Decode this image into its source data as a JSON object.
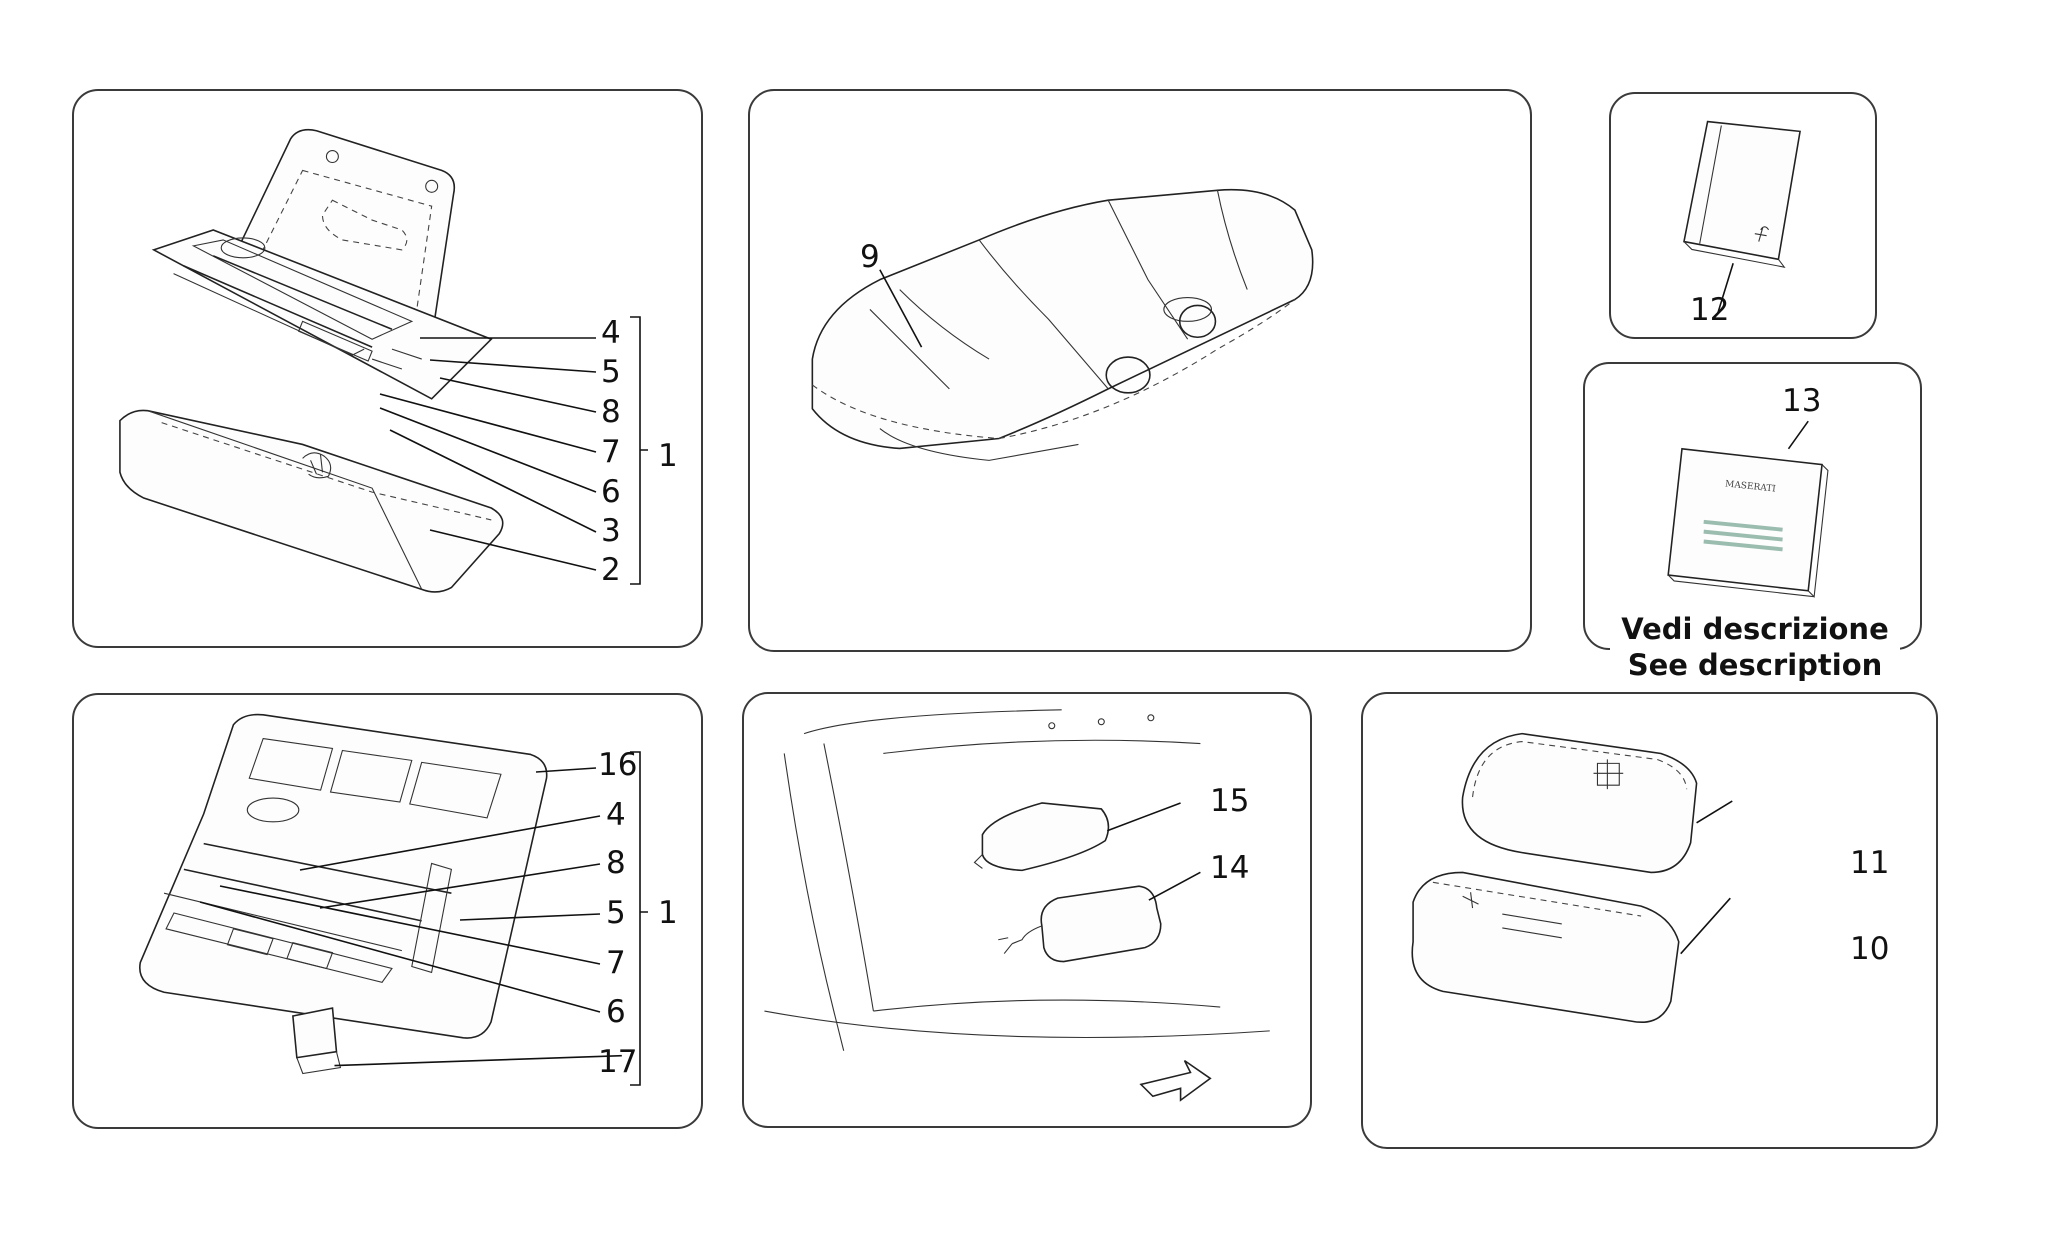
{
  "callouts": {
    "c1a": "1",
    "c2": "2",
    "c3": "3",
    "c4a": "4",
    "c5a": "5",
    "c6a": "6",
    "c7a": "7",
    "c8a": "8",
    "c9": "9",
    "c12": "12",
    "c13": "13",
    "c16": "16",
    "c4b": "4",
    "c8b": "8",
    "c5b": "5",
    "c1b": "1",
    "c7b": "7",
    "c6b": "6",
    "c17": "17",
    "c15": "15",
    "c14": "14",
    "c11": "11",
    "c10": "10"
  },
  "note": {
    "line1": "Vedi descrizione",
    "line2": "See description"
  },
  "booklet_brand": "MASERATI"
}
